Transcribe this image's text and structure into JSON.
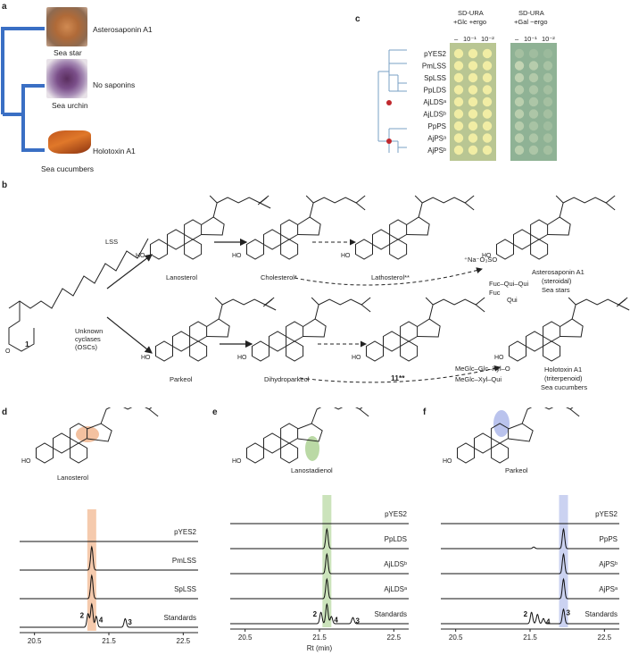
{
  "panels": {
    "a": {
      "letter": "a",
      "organisms": [
        {
          "name": "Sea star",
          "compound": "Asterosaponin A1"
        },
        {
          "name": "Sea urchin",
          "compound": "No saponins"
        },
        {
          "name": "Sea cucumbers",
          "compound": "Holotoxin A1"
        }
      ],
      "colors": {
        "tree": "#3a6fc4"
      }
    },
    "b": {
      "letter": "b",
      "upper_path": {
        "enzyme": "LSS",
        "labels": [
          "Lanosterol",
          "Cholesterol*",
          "Lathosterol**"
        ],
        "product": [
          "Asterosaponin A1",
          "(steroidal)",
          "Sea stars"
        ],
        "sulfate": "⁺Na⁻O₃SO",
        "sugars": [
          "Fuc–Qui–Qui",
          "Fuc",
          "Qui"
        ]
      },
      "lower_path": {
        "enzyme": [
          "Unknown",
          "cyclases",
          "(OSCs)"
        ],
        "labels": [
          "Parkeol",
          "Dihydroparkeol",
          "11**"
        ],
        "product": [
          "Holotoxin A1",
          "(triterpenoid)",
          "Sea cucumbers"
        ],
        "sugars": [
          "MeGlc–Glc–Xyl–O",
          "MeGlc–Xyl–Qui"
        ]
      },
      "substrate_label": "1"
    },
    "c": {
      "letter": "c",
      "conditions": [
        {
          "line1": "SD-URA",
          "line2": "+Glc +ergo"
        },
        {
          "line1": "SD-URA",
          "line2": "+Gal −ergo"
        }
      ],
      "dilutions": [
        "–",
        "10⁻¹",
        "10⁻²"
      ],
      "strains": [
        "pYES2",
        "PmLSS",
        "SpLSS",
        "PpLDS",
        "AjLDSᵃ",
        "AjLDSᵇ",
        "PpPS",
        "AjPSᵃ",
        "AjPSᵇ"
      ],
      "growth_glc": [
        [
          1,
          1,
          1
        ],
        [
          1,
          1,
          1
        ],
        [
          1,
          1,
          1
        ],
        [
          1,
          1,
          1
        ],
        [
          1,
          1,
          1
        ],
        [
          1,
          1,
          1
        ],
        [
          1,
          1,
          1
        ],
        [
          1,
          1,
          1
        ],
        [
          1,
          1,
          1
        ]
      ],
      "growth_gal": [
        [
          0.25,
          0.2,
          0.15
        ],
        [
          0.6,
          0.45,
          0.3
        ],
        [
          0.55,
          0.4,
          0.3
        ],
        [
          0.45,
          0.35,
          0.25
        ],
        [
          0.5,
          0.35,
          0.25
        ],
        [
          0.5,
          0.35,
          0.25
        ],
        [
          0.45,
          0.3,
          0.2
        ],
        [
          0.5,
          0.35,
          0.25
        ],
        [
          0.5,
          0.35,
          0.25
        ]
      ],
      "colors": {
        "plate_glc": "#b9c693",
        "plate_gal": "#8fb295",
        "colony": "#f1eda4",
        "node": "#c0282d",
        "tree": "#7aa0c4"
      }
    },
    "d": {
      "letter": "d",
      "structure_label": "Lanosterol",
      "highlight_color": "#eea677",
      "traces": [
        "pYES2",
        "PmLSS",
        "SpLSS",
        "Standards"
      ],
      "peak_labels": [
        "2",
        "4",
        "3"
      ]
    },
    "e": {
      "letter": "e",
      "structure_label": "Lanostadienol",
      "highlight_color": "#a9d08e",
      "traces": [
        "pYES2",
        "PpLDS",
        "AjLDSᵇ",
        "AjLDSᵃ",
        "Standards"
      ],
      "peak_labels": [
        "2",
        "4",
        "3"
      ],
      "xlabel": "Rt (min)"
    },
    "f": {
      "letter": "f",
      "structure_label": "Parkeol",
      "highlight_color": "#a9b4e8",
      "traces": [
        "pYES2",
        "PpPS",
        "AjPSᵇ",
        "AjPSᵃ",
        "Standards"
      ],
      "peak_labels": [
        "2",
        "4",
        "3"
      ]
    }
  },
  "chart_data": [
    {
      "type": "line",
      "panel": "d",
      "xlim": [
        20.3,
        22.7
      ],
      "xticks": [
        "20.5",
        "21.5",
        "22.5"
      ],
      "highlight_rt": 21.27,
      "series": [
        {
          "name": "pYES2",
          "peaks": []
        },
        {
          "name": "PmLSS",
          "peaks": [
            [
              21.27,
              0.95
            ]
          ]
        },
        {
          "name": "SpLSS",
          "peaks": [
            [
              21.27,
              0.95
            ]
          ]
        },
        {
          "name": "Standards",
          "peaks": [
            [
              21.22,
              0.55
            ],
            [
              21.27,
              0.95
            ],
            [
              21.33,
              0.45
            ],
            [
              21.72,
              0.35
            ]
          ]
        }
      ]
    },
    {
      "type": "line",
      "panel": "e",
      "xlim": [
        20.3,
        22.7
      ],
      "xticks": [
        "20.5",
        "21.5",
        "22.5"
      ],
      "xlabel": "Rt (min)",
      "highlight_rt": 21.6,
      "series": [
        {
          "name": "pYES2",
          "peaks": []
        },
        {
          "name": "PpLDS",
          "peaks": [
            [
              21.6,
              0.95
            ]
          ]
        },
        {
          "name": "AjLDSᵇ",
          "peaks": [
            [
              21.6,
              0.95
            ]
          ]
        },
        {
          "name": "AjLDSᵃ",
          "peaks": [
            [
              21.6,
              0.95
            ]
          ]
        },
        {
          "name": "Standards",
          "peaks": [
            [
              21.52,
              0.55
            ],
            [
              21.6,
              0.95
            ],
            [
              21.66,
              0.35
            ],
            [
              21.95,
              0.3
            ]
          ]
        }
      ]
    },
    {
      "type": "line",
      "panel": "f",
      "xlim": [
        20.3,
        22.7
      ],
      "xticks": [
        "20.5",
        "21.5",
        "22.5"
      ],
      "highlight_rt": 21.95,
      "series": [
        {
          "name": "pYES2",
          "peaks": []
        },
        {
          "name": "PpPS",
          "peaks": [
            [
              21.95,
              0.95
            ],
            [
              21.55,
              0.08
            ]
          ]
        },
        {
          "name": "AjPSᵇ",
          "peaks": [
            [
              21.95,
              0.95
            ]
          ]
        },
        {
          "name": "AjPSᵃ",
          "peaks": [
            [
              21.95,
              0.95
            ]
          ]
        },
        {
          "name": "Standards",
          "peaks": [
            [
              21.52,
              0.55
            ],
            [
              21.6,
              0.45
            ],
            [
              21.68,
              0.25
            ],
            [
              21.95,
              0.7
            ]
          ]
        }
      ]
    }
  ]
}
